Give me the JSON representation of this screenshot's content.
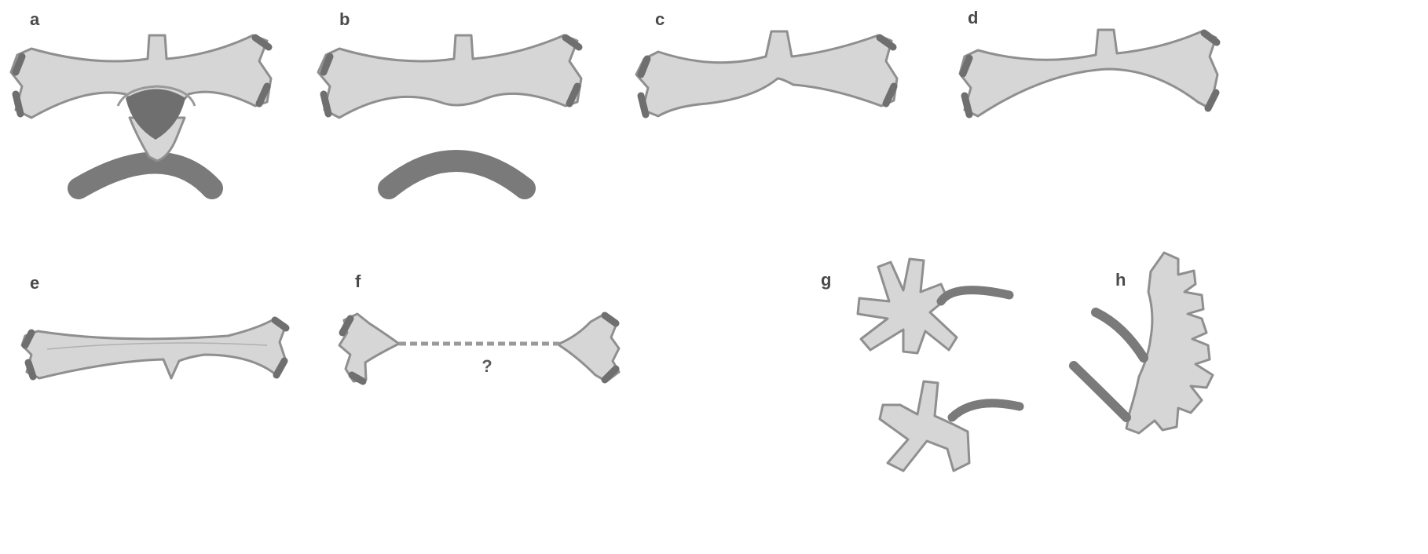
{
  "panels": [
    {
      "id": "a",
      "label": "a"
    },
    {
      "id": "b",
      "label": "b"
    },
    {
      "id": "c",
      "label": "c"
    },
    {
      "id": "d",
      "label": "d"
    },
    {
      "id": "e",
      "label": "e"
    },
    {
      "id": "f",
      "label": "f"
    },
    {
      "id": "g",
      "label": "g"
    },
    {
      "id": "h",
      "label": "h"
    }
  ],
  "annotations": {
    "f_arrow": "?"
  },
  "colors": {
    "cell_fill": "#d6d6d6",
    "cell_outline": "#8f8f8f",
    "dark_process": "#6f6f6f"
  }
}
